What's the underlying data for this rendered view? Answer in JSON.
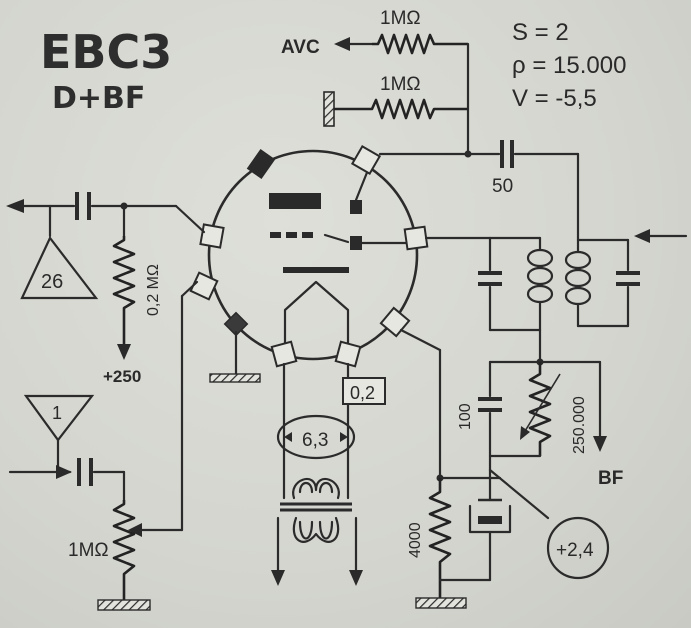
{
  "tube": {
    "name": "EBC3",
    "function": "D+BF"
  },
  "specs": {
    "s_line": "S = 2",
    "rho_line": "ρ = 15.000",
    "v_line": "V = -5,5"
  },
  "labels": {
    "avc": "AVC",
    "r_avc": "1MΩ",
    "r_gnd": "1MΩ",
    "c_coupling": "50",
    "r_grid": "0,2 MΩ",
    "b_plus": "+250",
    "stage_26": "26",
    "stage_1": "1",
    "pot": "1MΩ",
    "heater_v": "6,3",
    "heater_a": "0,2",
    "c_100": "100",
    "r_250k": "250.000",
    "bf": "BF",
    "r_4000": "4000",
    "bias": "+2,4"
  }
}
